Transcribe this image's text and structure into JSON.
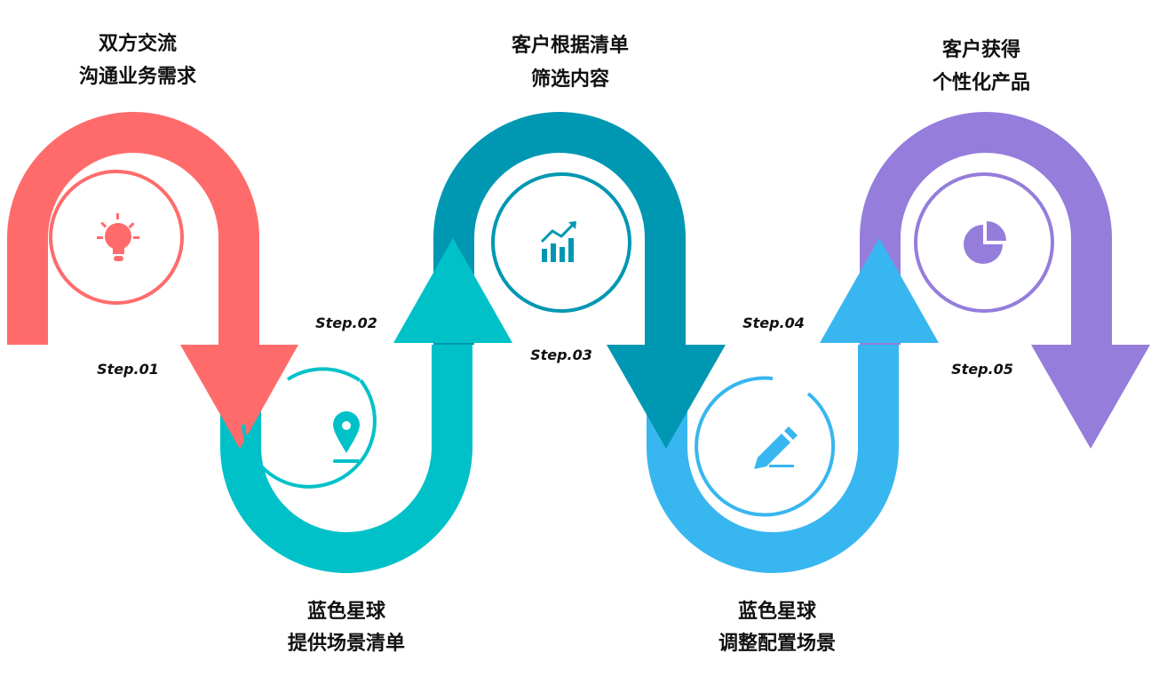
{
  "colors": {
    "step1": "#FF6B6B",
    "step2": "#00C1C8",
    "step3": "#0097B2",
    "step4": "#38B6F0",
    "step5": "#957DDB"
  },
  "steps": [
    {
      "step": "Step.01",
      "line1": "双方交流",
      "line2": "沟通业务需求",
      "icon": "lightbulb-icon"
    },
    {
      "step": "Step.02",
      "line1": "蓝色星球",
      "line2": "提供场景清单",
      "icon": "location-pin-icon"
    },
    {
      "step": "Step.03",
      "line1": "客户根据清单",
      "line2": "筛选内容",
      "icon": "bar-chart-growth-icon"
    },
    {
      "step": "Step.04",
      "line1": "蓝色星球",
      "line2": "调整配置场景",
      "icon": "pencil-icon"
    },
    {
      "step": "Step.05",
      "line1": "客户获得",
      "line2": "个性化产品",
      "icon": "pie-chart-icon"
    }
  ]
}
